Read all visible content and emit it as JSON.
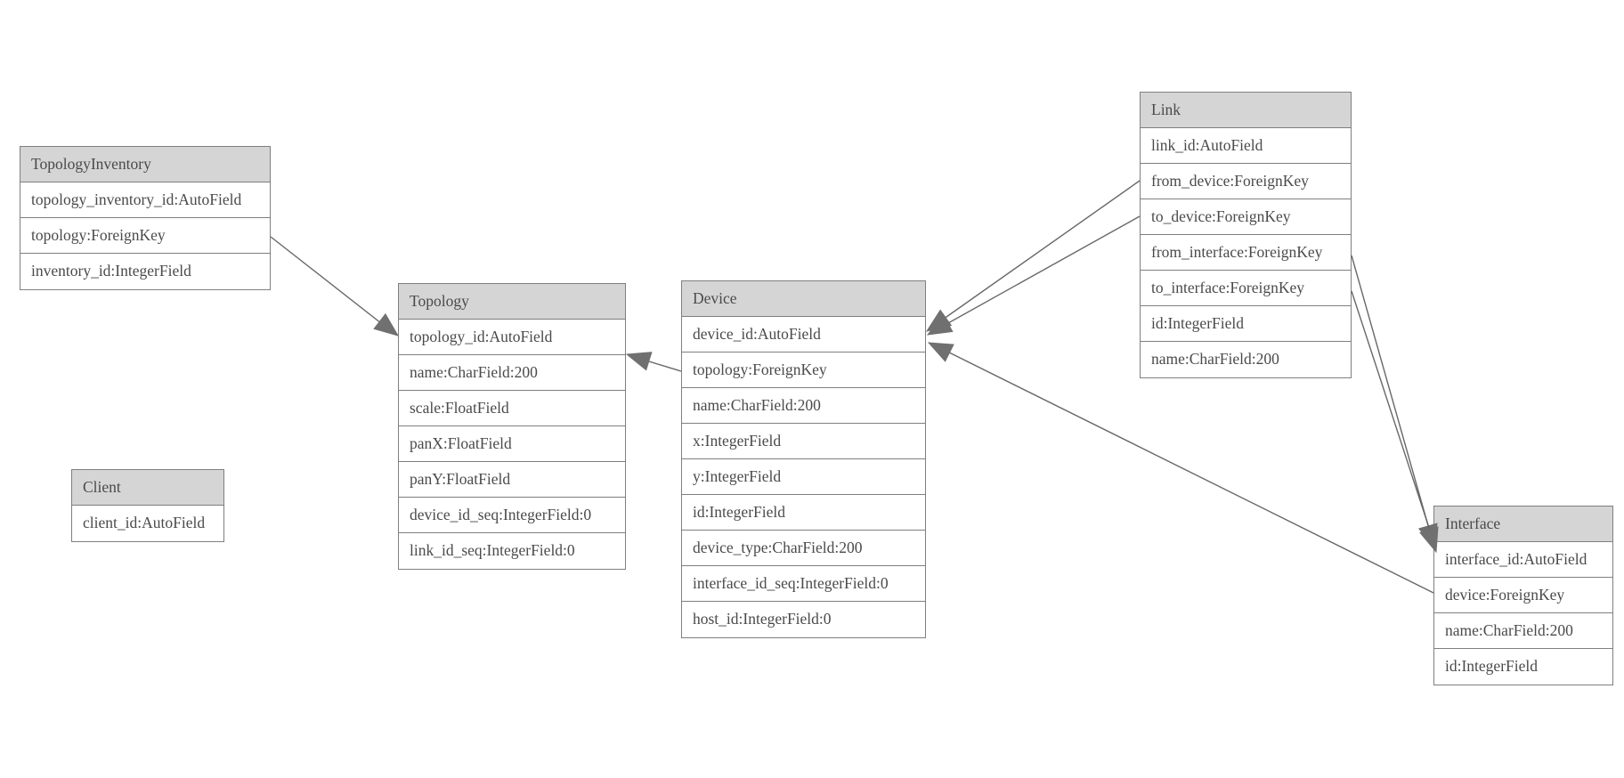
{
  "diagram": {
    "entities": [
      {
        "name": "TopologyInventory",
        "fields": [
          "topology_inventory_id:AutoField",
          "topology:ForeignKey",
          "inventory_id:IntegerField"
        ]
      },
      {
        "name": "Topology",
        "fields": [
          "topology_id:AutoField",
          "name:CharField:200",
          "scale:FloatField",
          "panX:FloatField",
          "panY:FloatField",
          "device_id_seq:IntegerField:0",
          "link_id_seq:IntegerField:0"
        ]
      },
      {
        "name": "Client",
        "fields": [
          "client_id:AutoField"
        ]
      },
      {
        "name": "Device",
        "fields": [
          "device_id:AutoField",
          "topology:ForeignKey",
          "name:CharField:200",
          "x:IntegerField",
          "y:IntegerField",
          "id:IntegerField",
          "device_type:CharField:200",
          "interface_id_seq:IntegerField:0",
          "host_id:IntegerField:0"
        ]
      },
      {
        "name": "Link",
        "fields": [
          "link_id:AutoField",
          "from_device:ForeignKey",
          "to_device:ForeignKey",
          "from_interface:ForeignKey",
          "to_interface:ForeignKey",
          "id:IntegerField",
          "name:CharField:200"
        ]
      },
      {
        "name": "Interface",
        "fields": [
          "interface_id:AutoField",
          "device:ForeignKey",
          "name:CharField:200",
          "id:IntegerField"
        ]
      }
    ],
    "relations": [
      {
        "from": "TopologyInventory.topology",
        "to": "Topology",
        "type": "ForeignKey"
      },
      {
        "from": "Device.topology",
        "to": "Topology",
        "type": "ForeignKey"
      },
      {
        "from": "Link.from_device",
        "to": "Device",
        "type": "ForeignKey"
      },
      {
        "from": "Link.to_device",
        "to": "Device",
        "type": "ForeignKey"
      },
      {
        "from": "Link.from_interface",
        "to": "Interface",
        "type": "ForeignKey"
      },
      {
        "from": "Link.to_interface",
        "to": "Interface",
        "type": "ForeignKey"
      },
      {
        "from": "Interface.device",
        "to": "Device",
        "type": "ForeignKey"
      }
    ],
    "colors": {
      "header_fill": "#d5d5d5",
      "border": "#7f7f7f",
      "text": "#4a4a4a",
      "edge": "#676767",
      "background": "#ffffff"
    }
  }
}
